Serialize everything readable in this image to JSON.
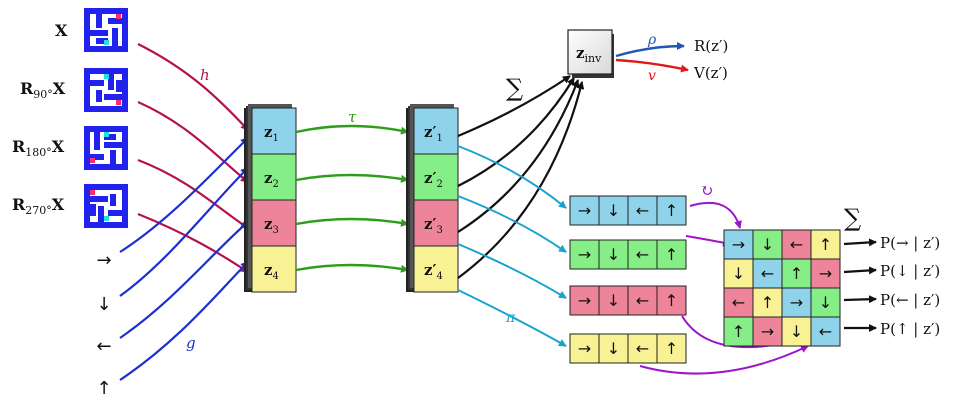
{
  "inputs": {
    "labels": [
      {
        "main": "X",
        "sub": ""
      },
      {
        "main": "R",
        "sub": "90°",
        "tail": "X"
      },
      {
        "main": "R",
        "sub": "180°",
        "tail": "X"
      },
      {
        "main": "R",
        "sub": "270°",
        "tail": "X"
      }
    ],
    "arrows": [
      "→",
      "↓",
      "←",
      "↑"
    ]
  },
  "functions": {
    "h": "h",
    "g": "g",
    "tau": "τ",
    "pi": "π",
    "rho": "ρ",
    "v": "v",
    "sum": "∑",
    "rot": "↻"
  },
  "z_stack": [
    {
      "label": "z",
      "sub": "1",
      "color": "#8fd3ea"
    },
    {
      "label": "z",
      "sub": "2",
      "color": "#86ee86"
    },
    {
      "label": "z",
      "sub": "3",
      "color": "#ee8499"
    },
    {
      "label": "z",
      "sub": "4",
      "color": "#f8f294"
    }
  ],
  "zprime_stack": [
    {
      "label": "z′",
      "sub": "1"
    },
    {
      "label": "z′",
      "sub": "2"
    },
    {
      "label": "z′",
      "sub": "3"
    },
    {
      "label": "z′",
      "sub": "4"
    }
  ],
  "zinv": {
    "label": "z",
    "sub": "inv"
  },
  "outputs": {
    "reward": "R(z′)",
    "value": "V(z′)"
  },
  "policy_rows": [
    [
      "→",
      "↓",
      "←",
      "↑"
    ],
    [
      "→",
      "↓",
      "←",
      "↑"
    ],
    [
      "→",
      "↓",
      "←",
      "↑"
    ],
    [
      "→",
      "↓",
      "←",
      "↑"
    ]
  ],
  "policy_grid": [
    [
      "→",
      "↓",
      "←",
      "↑"
    ],
    [
      "↓",
      "←",
      "↑",
      "→"
    ],
    [
      "←",
      "↑",
      "→",
      "↓"
    ],
    [
      "↑",
      "→",
      "↓",
      "←"
    ]
  ],
  "probabilities": [
    "P(→ | z′)",
    "P(↓ | z′)",
    "P(← | z′)",
    "P(↑ | z′)"
  ],
  "colors": {
    "blue": "#8fd3ea",
    "green": "#86ee86",
    "pink": "#ee8499",
    "yellow": "#f8f294",
    "h_arrow": "#b5124c",
    "g_arrow": "#1c2fd0",
    "tau_arrow": "#2e9e1a",
    "pi_arrow": "#1aa3cf",
    "rho_arrow": "#1f57b5",
    "v_arrow": "#e01818",
    "rot_arrow": "#9a16c8"
  }
}
